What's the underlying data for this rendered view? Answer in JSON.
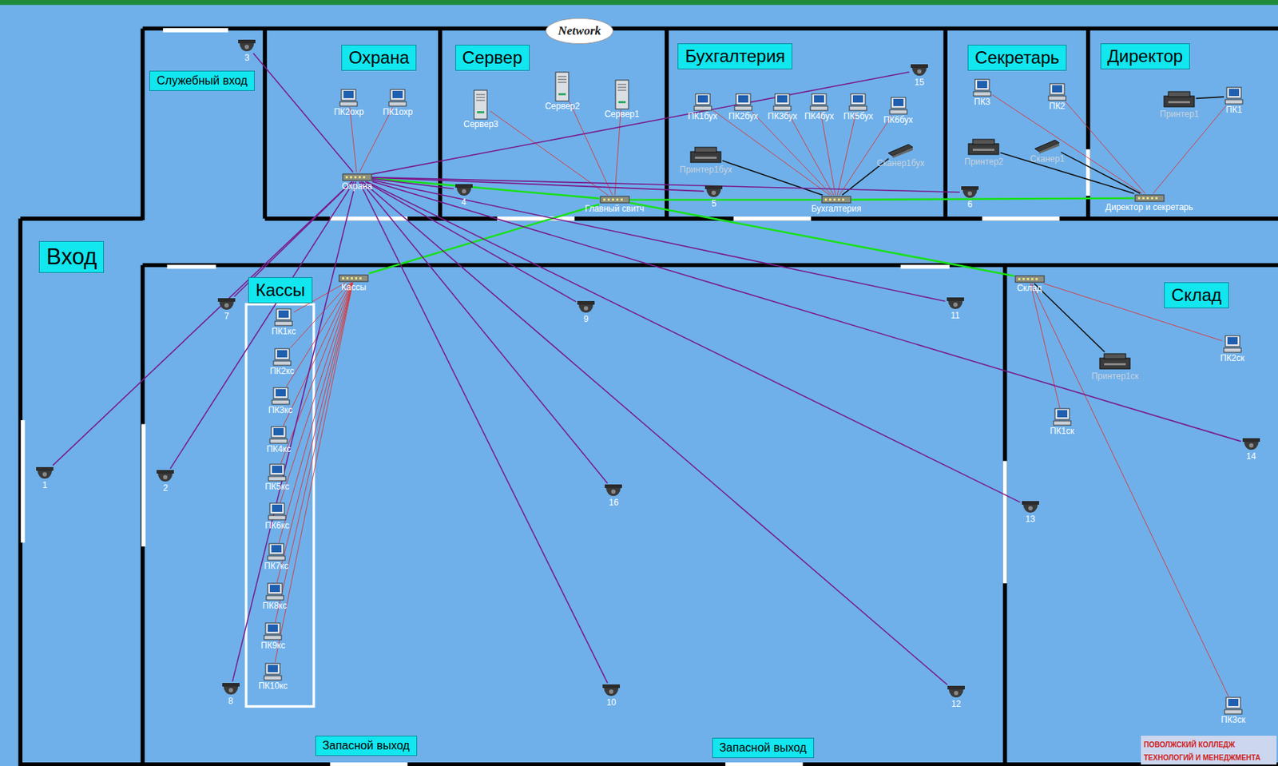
{
  "diagram": {
    "nodes": [
      {
        "text": [
          "Служебный вход"
        ]
      },
      {
        "text": [
          "Охрана"
        ]
      },
      {
        "text": [
          "Сервер"
        ]
      },
      {
        "text": [
          "Бухгалтерия"
        ]
      },
      {
        "text": [
          "Секретарь"
        ]
      },
      {
        "text": [
          "Директор"
        ]
      },
      {
        "text": [
          "Вход"
        ]
      },
      {
        "text": [
          "Кассы"
        ]
      },
      {
        "text": [
          "Склад"
        ]
      },
      {
        "text": [
          "Запасной выход"
        ]
      },
      {
        "text": [
          "Запасной выход"
        ]
      },
      {
        "text": [
          "Network"
        ]
      },
      {
        "text": [
          "Охрана"
        ]
      },
      {
        "text": [
          "Главный свитч"
        ]
      },
      {
        "text": [
          "Бухгалтерия"
        ]
      },
      {
        "text": [
          "Директор и секретарь"
        ]
      },
      {
        "text": [
          "Кассы"
        ]
      },
      {
        "text": [
          "Склад"
        ]
      },
      {
        "text": [
          "ПК2охр"
        ]
      },
      {
        "text": [
          "ПК1охр"
        ]
      },
      {
        "text": [
          "Сервер3"
        ]
      },
      {
        "text": [
          "Сервер2"
        ]
      },
      {
        "text": [
          "Сервер1"
        ]
      },
      {
        "text": [
          "ПК1бух"
        ]
      },
      {
        "text": [
          "ПК2бух"
        ]
      },
      {
        "text": [
          "ПК3бух"
        ]
      },
      {
        "text": [
          "ПК4бух"
        ]
      },
      {
        "text": [
          "ПК5бух"
        ]
      },
      {
        "text": [
          "ПК6бух"
        ]
      },
      {
        "text": [
          "Принтер1бух"
        ]
      },
      {
        "text": [
          "Сканер1бух"
        ]
      },
      {
        "text": [
          "ПК3"
        ]
      },
      {
        "text": [
          "ПК2"
        ]
      },
      {
        "text": [
          "Принтер2"
        ]
      },
      {
        "text": [
          "Сканер1"
        ]
      },
      {
        "text": [
          "Принтер1"
        ]
      },
      {
        "text": [
          "ПК1"
        ]
      },
      {
        "text": [
          "ПК1кс"
        ]
      },
      {
        "text": [
          "ПК2кс"
        ]
      },
      {
        "text": [
          "ПК3кс"
        ]
      },
      {
        "text": [
          "ПК4кс"
        ]
      },
      {
        "text": [
          "ПК5кс"
        ]
      },
      {
        "text": [
          "ПК6кс"
        ]
      },
      {
        "text": [
          "ПК7кс"
        ]
      },
      {
        "text": [
          "ПК8кс"
        ]
      },
      {
        "text": [
          "ПК9кс"
        ]
      },
      {
        "text": [
          "ПК10кс"
        ]
      },
      {
        "text": [
          "Принтер1ск"
        ]
      },
      {
        "text": [
          "ПК2ск"
        ]
      },
      {
        "text": [
          "ПК1ск"
        ]
      },
      {
        "text": [
          "ПК3ск"
        ]
      },
      {
        "text": [
          "1"
        ]
      },
      {
        "text": [
          "2"
        ]
      },
      {
        "text": [
          "3"
        ]
      },
      {
        "text": [
          "4"
        ]
      },
      {
        "text": [
          "5"
        ]
      },
      {
        "text": [
          "6"
        ]
      },
      {
        "text": [
          "7"
        ]
      },
      {
        "text": [
          "8"
        ]
      },
      {
        "text": [
          "9"
        ]
      },
      {
        "text": [
          "10"
        ]
      },
      {
        "text": [
          "11"
        ]
      },
      {
        "text": [
          "12"
        ]
      },
      {
        "text": [
          "13"
        ]
      },
      {
        "text": [
          "14"
        ]
      },
      {
        "text": [
          "15"
        ]
      },
      {
        "text": [
          "16"
        ]
      }
    ],
    "edges": [
      {
        "from": 12,
        "to": 13,
        "arrow": "none"
      },
      {
        "from": 13,
        "to": 14,
        "arrow": "none"
      },
      {
        "from": 14,
        "to": 15,
        "arrow": "none"
      },
      {
        "from": 13,
        "to": 16,
        "arrow": "none"
      },
      {
        "from": 13,
        "to": 17,
        "arrow": "none"
      },
      {
        "from": 18,
        "to": 12,
        "arrow": "none"
      },
      {
        "from": 19,
        "to": 12,
        "arrow": "none"
      },
      {
        "from": 20,
        "to": 13,
        "arrow": "none"
      },
      {
        "from": 21,
        "to": 13,
        "arrow": "none"
      },
      {
        "from": 22,
        "to": 13,
        "arrow": "none"
      },
      {
        "from": 23,
        "to": 14,
        "arrow": "none"
      },
      {
        "from": 24,
        "to": 14,
        "arrow": "none"
      },
      {
        "from": 25,
        "to": 14,
        "arrow": "none"
      },
      {
        "from": 26,
        "to": 14,
        "arrow": "none"
      },
      {
        "from": 27,
        "to": 14,
        "arrow": "none"
      },
      {
        "from": 28,
        "to": 14,
        "arrow": "none"
      },
      {
        "from": 29,
        "to": 14,
        "arrow": "none"
      },
      {
        "from": 30,
        "to": 14,
        "arrow": "none"
      },
      {
        "from": 31,
        "to": 15,
        "arrow": "none"
      },
      {
        "from": 32,
        "to": 15,
        "arrow": "none"
      },
      {
        "from": 33,
        "to": 15,
        "arrow": "none"
      },
      {
        "from": 34,
        "to": 15,
        "arrow": "none"
      },
      {
        "from": 36,
        "to": 15,
        "arrow": "none"
      },
      {
        "from": 35,
        "to": 36,
        "arrow": "none"
      },
      {
        "from": 37,
        "to": 16,
        "arrow": "none"
      },
      {
        "from": 38,
        "to": 16,
        "arrow": "none"
      },
      {
        "from": 39,
        "to": 16,
        "arrow": "none"
      },
      {
        "from": 40,
        "to": 16,
        "arrow": "none"
      },
      {
        "from": 41,
        "to": 16,
        "arrow": "none"
      },
      {
        "from": 42,
        "to": 16,
        "arrow": "none"
      },
      {
        "from": 43,
        "to": 16,
        "arrow": "none"
      },
      {
        "from": 44,
        "to": 16,
        "arrow": "none"
      },
      {
        "from": 45,
        "to": 16,
        "arrow": "none"
      },
      {
        "from": 46,
        "to": 16,
        "arrow": "none"
      },
      {
        "from": 47,
        "to": 17,
        "arrow": "none"
      },
      {
        "from": 48,
        "to": 17,
        "arrow": "none"
      },
      {
        "from": 49,
        "to": 17,
        "arrow": "none"
      },
      {
        "from": 50,
        "to": 17,
        "arrow": "none"
      },
      {
        "from": 51,
        "to": 12,
        "arrow": "none"
      },
      {
        "from": 52,
        "to": 12,
        "arrow": "none"
      },
      {
        "from": 53,
        "to": 12,
        "arrow": "none"
      },
      {
        "from": 54,
        "to": 12,
        "arrow": "none"
      },
      {
        "from": 55,
        "to": 12,
        "arrow": "none"
      },
      {
        "from": 56,
        "to": 12,
        "arrow": "none"
      },
      {
        "from": 57,
        "to": 12,
        "arrow": "none"
      },
      {
        "from": 58,
        "to": 12,
        "arrow": "none"
      },
      {
        "from": 59,
        "to": 12,
        "arrow": "none"
      },
      {
        "from": 60,
        "to": 12,
        "arrow": "none"
      },
      {
        "from": 61,
        "to": 12,
        "arrow": "none"
      },
      {
        "from": 62,
        "to": 12,
        "arrow": "none"
      },
      {
        "from": 63,
        "to": 12,
        "arrow": "none"
      },
      {
        "from": 64,
        "to": 12,
        "arrow": "none"
      },
      {
        "from": 65,
        "to": 12,
        "arrow": "none"
      },
      {
        "from": 66,
        "to": 12,
        "arrow": "none"
      }
    ],
    "labels": [
      "ПОВОЛЖСКИЙ КОЛЛЕДЖ ТЕХНОЛОГИЙ И МЕНЕДЖМЕНТА"
    ]
  }
}
